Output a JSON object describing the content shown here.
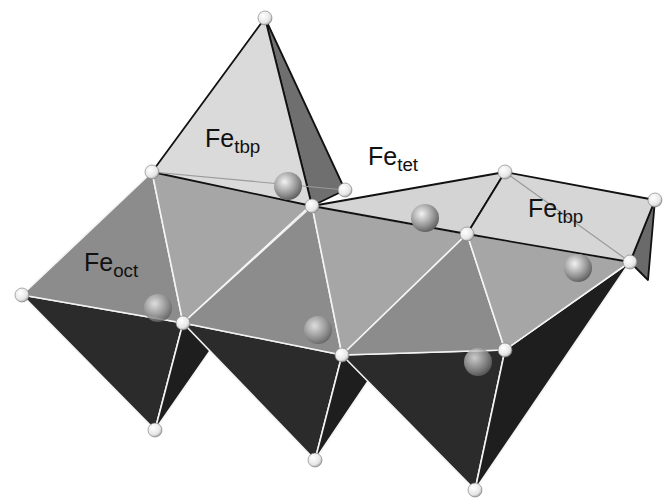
{
  "diagram": {
    "labels": [
      "Fetbp",
      "Fetet",
      "Fetbp",
      "Feoct"
    ]
  }
}
